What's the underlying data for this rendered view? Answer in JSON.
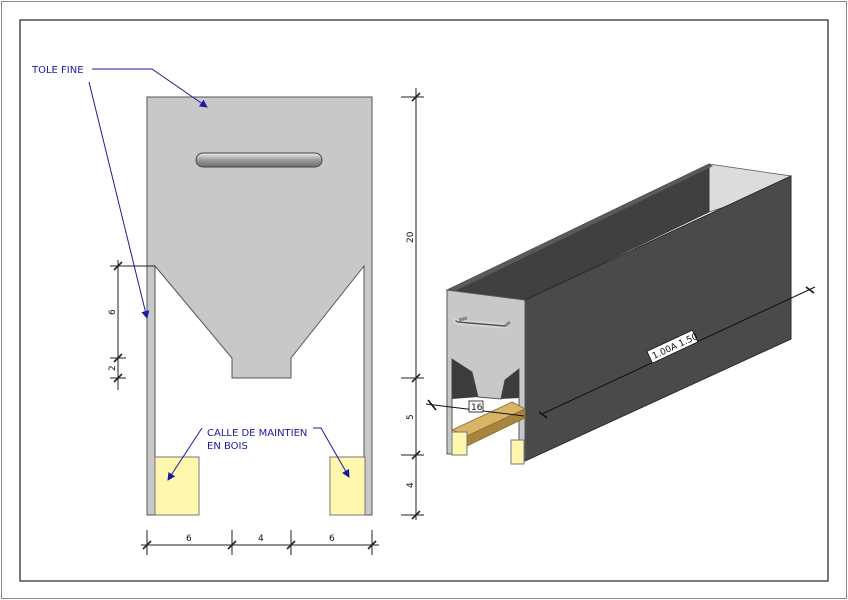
{
  "labels": {
    "sheet_material": "TOLE FINE",
    "wedge_line1": "CALLE DE MAINTIEN",
    "wedge_line2": "EN BOIS",
    "length_range": "1.00A 1.50"
  },
  "dimensions": {
    "width_left": "6",
    "width_mid": "4",
    "width_right": "6",
    "total_height": "20",
    "lower_5": "5",
    "lower_4": "4",
    "funnel_height": "6",
    "throat_height": "2",
    "iso_width": "16"
  },
  "colors": {
    "frame": "#222222",
    "steel_light": "#c8c8c8",
    "steel_dark": "#4a4a4a",
    "wood_yellow": "#fff7ae",
    "wood_brown": "#d8b467",
    "annotation_blue": "#1a1aa0"
  }
}
